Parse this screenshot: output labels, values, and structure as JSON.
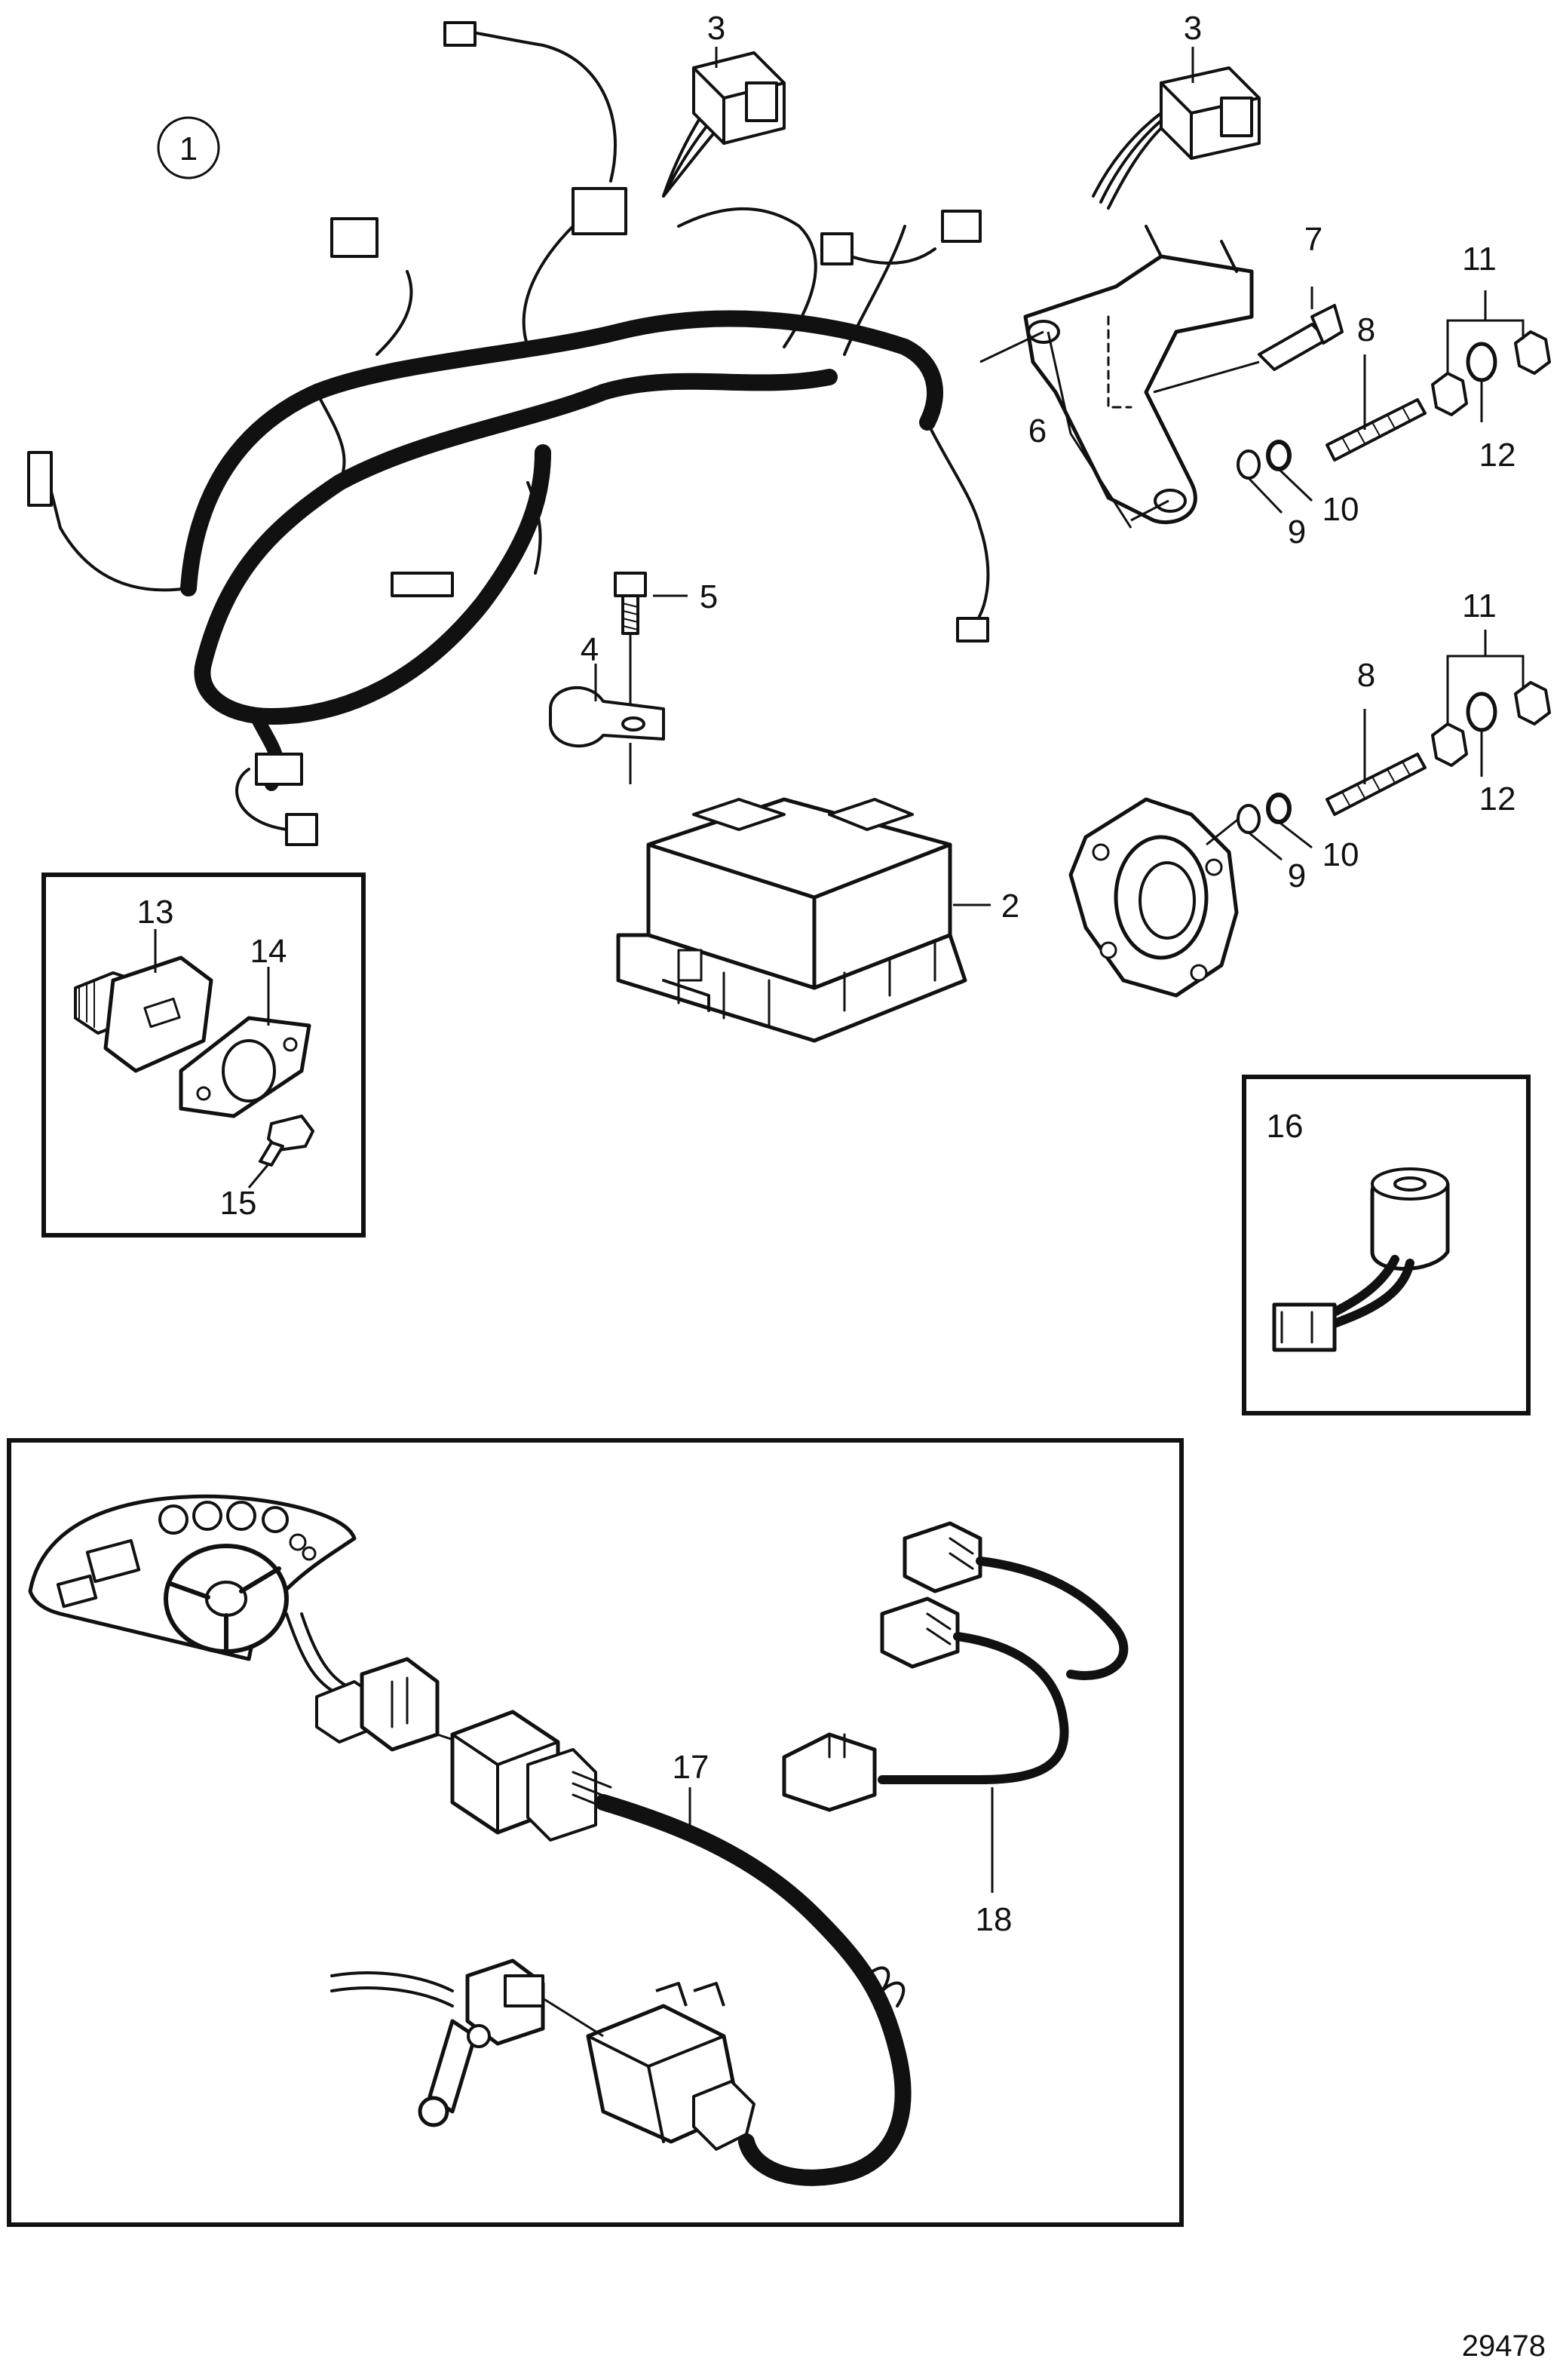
{
  "callouts": {
    "c1": "1",
    "c2": "2",
    "c3a": "3",
    "c3b": "3",
    "c4": "4",
    "c5": "5",
    "c6": "6",
    "c7": "7",
    "c8a": "8",
    "c8b": "8",
    "c9a": "9",
    "c9b": "9",
    "c10a": "10",
    "c10b": "10",
    "c11a": "11",
    "c11b": "11",
    "c12a": "12",
    "c12b": "12",
    "c13": "13",
    "c14": "14",
    "c15": "15",
    "c16": "16",
    "c17": "17",
    "c18": "18"
  },
  "figure_number": "29478"
}
